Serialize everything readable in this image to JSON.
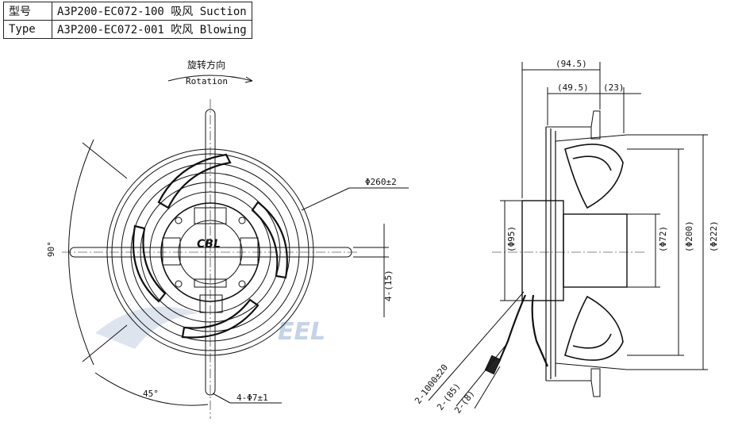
{
  "spec_table": [
    {
      "label": "型号",
      "value": "A3P200-EC072-100 吸风 Suction"
    },
    {
      "label": "Type",
      "value": "A3P200-EC072-001 吹风 Blowing"
    }
  ],
  "front_view": {
    "rotation_cn": "旋转方向",
    "rotation_en": "Rotation",
    "diameter_label": "Φ260±2",
    "angle_90": "90°",
    "angle_45": "45°",
    "slot_width": "4-(15)",
    "mount_holes": "4-Φ7±1"
  },
  "side_view": {
    "overall_depth": "(94.5)",
    "depth_a": "(49.5)",
    "depth_b": "(23)",
    "dia_hub": "(Φ95)",
    "dia_motor": "(Φ72)",
    "dia_impeller": "(Φ200)",
    "dia_outer": "(Φ222)",
    "cable_length": "2-1000±20",
    "cable_strip": "2-(85)",
    "cable_tip": "2-(8)"
  },
  "colors": {
    "line": "#111111",
    "watermark": "#b8c8e0"
  }
}
